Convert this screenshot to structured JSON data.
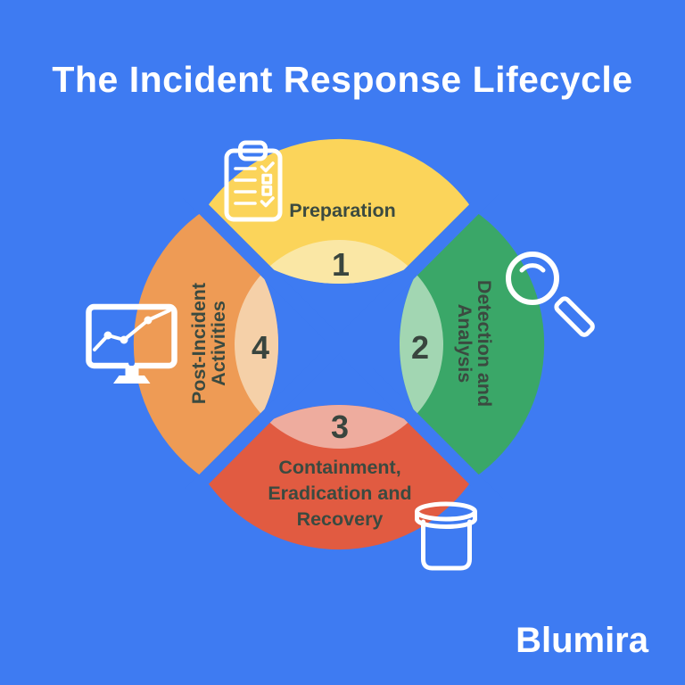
{
  "title": "The Incident Response Lifecycle",
  "brand": "Blumira",
  "colors": {
    "background": "#3E7BF2",
    "label_text": "#3B4A40",
    "number_text": "#39453E",
    "icon_white": "#FFFFFF"
  },
  "stages": [
    {
      "number": "1",
      "name": "Preparation",
      "label_lines": [
        "Preparation"
      ],
      "color": "#FBD45A",
      "inner_color": "#FAE7A5",
      "icon": "clipboard-checklist"
    },
    {
      "number": "2",
      "name": "Detection and Analysis",
      "label_lines": [
        "Detection and",
        "Analysis"
      ],
      "color": "#3AA768",
      "inner_color": "#A2D6B2",
      "icon": "magnifying-glass"
    },
    {
      "number": "3",
      "name": "Containment, Eradication and Recovery",
      "label_lines": [
        "Containment,",
        "Eradication and",
        "Recovery"
      ],
      "color": "#E15B41",
      "inner_color": "#EEAC9E",
      "icon": "storage-container"
    },
    {
      "number": "4",
      "name": "Post-Incident Activities",
      "label_lines": [
        "Post-Incident",
        "Activities"
      ],
      "color": "#EE9B55",
      "inner_color": "#F5D0A8",
      "icon": "monitor-line-chart"
    }
  ]
}
